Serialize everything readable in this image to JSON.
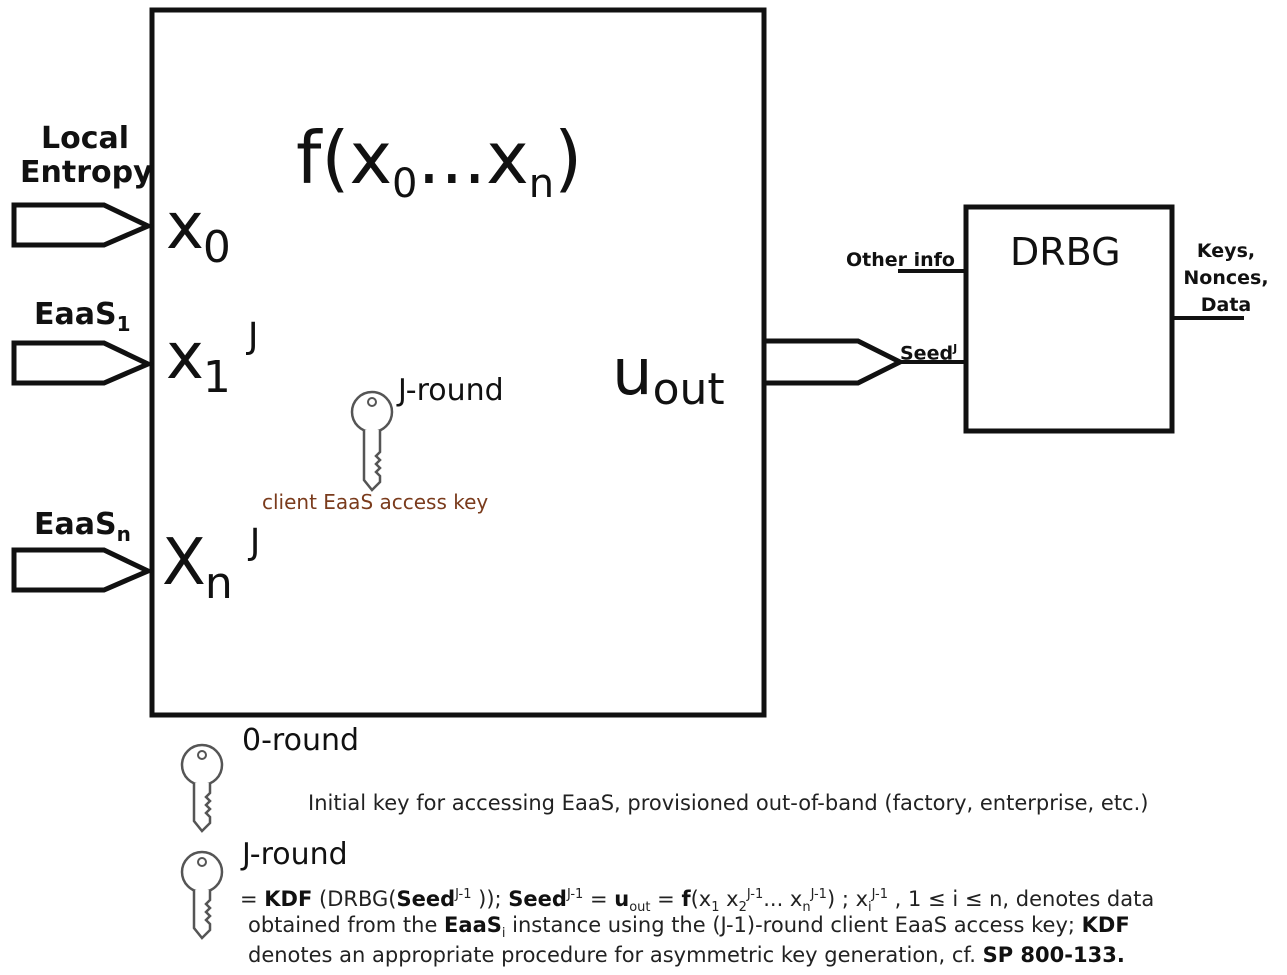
{
  "diagram": {
    "function_label": {
      "base": "f(x",
      "sub0": "0",
      "mid": "...x",
      "subn": "n",
      "end": ")"
    },
    "inputs": [
      {
        "label_line1": "Local",
        "label_line2": "Entropy",
        "var": "x",
        "sub": "0",
        "sup": ""
      },
      {
        "label": "EaaS",
        "label_sub": "1",
        "var": "x",
        "sub": "1",
        "sup": "J"
      },
      {
        "label": "EaaS",
        "label_sub": "n",
        "var": "X",
        "sub": "n",
        "sup": "J"
      }
    ],
    "key_label_inner": "J-round",
    "key_caption": "client EaaS access key",
    "output": {
      "var": "u",
      "sub": "out"
    },
    "drbg": {
      "title": "DRBG",
      "other_info": "Other info",
      "seed": "Seed",
      "seed_sup": "J",
      "outputs_line1": "Keys,",
      "outputs_line2": "Nonces,",
      "outputs_line3": "Data"
    }
  },
  "legend": {
    "zero_round": {
      "title": "0-round",
      "text": "Initial key for accessing EaaS, provisioned out-of-band (factory, enterprise, etc.)"
    },
    "j_round": {
      "title": "J-round",
      "line1_parts": [
        "= ",
        "KDF",
        " (DRBG(",
        "Seed",
        "J-1",
        " )); ",
        "Seed",
        "J-1",
        " = ",
        "u",
        "out",
        " = ",
        "f",
        "(x",
        "1",
        " x",
        "2",
        "J-1",
        "... x",
        "n",
        "J-1",
        ") ;  x",
        "i",
        "J-1",
        " , 1 ≤ i ≤ n, denotes data"
      ],
      "line2_a": "obtained from the ",
      "line2_b": "EaaS",
      "line2_b_sub": "i",
      "line2_c": " instance using the (J-1)-round client EaaS access key; ",
      "line2_d": "KDF",
      "line3_a": "denotes an appropriate procedure for asymmetric key generation, cf. ",
      "line3_b": "SP 800-133."
    }
  },
  "icons": [
    "key-icon"
  ],
  "colors": {
    "stroke": "#111111",
    "caption": "#7a3b1c"
  }
}
